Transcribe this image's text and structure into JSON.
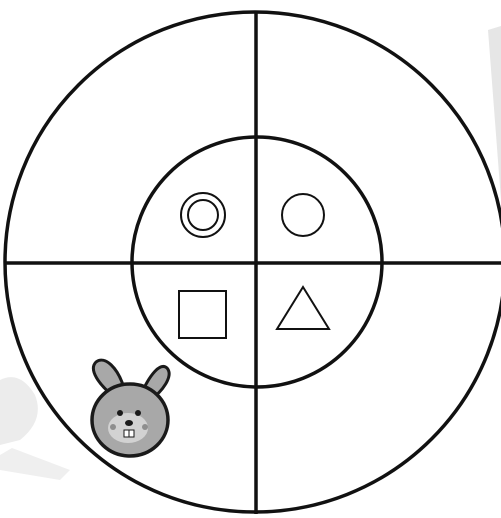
{
  "diagram": {
    "rings": [
      "outer-ring",
      "inner-ring"
    ],
    "dividers": [
      "vertical",
      "horizontal"
    ],
    "inner_shapes": [
      {
        "name": "double-circle",
        "quadrant": "top-left"
      },
      {
        "name": "circle",
        "quadrant": "top-right"
      },
      {
        "name": "square",
        "quadrant": "bottom-left"
      },
      {
        "name": "triangle",
        "quadrant": "bottom-right"
      }
    ],
    "token": {
      "name": "rabbit",
      "quadrant": "bottom-left",
      "ring": "outer"
    },
    "colors": {
      "line": "#111111",
      "token_fill": "#a8a8a8",
      "token_face": "#cfcfcf",
      "token_outline": "#1a1a1a",
      "watermark": "#e6e6e6"
    }
  }
}
